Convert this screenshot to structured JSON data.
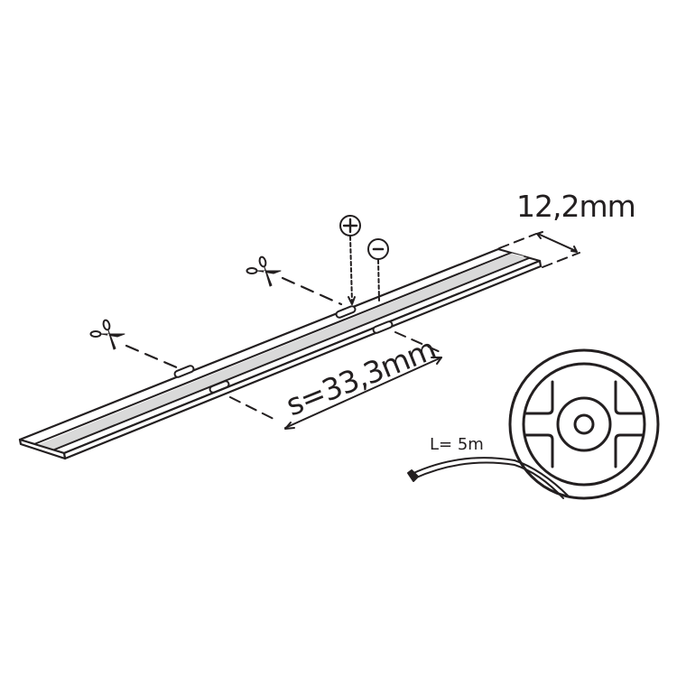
{
  "diagram": {
    "subject": "LED strip with reel",
    "colors": {
      "line": "#231f20",
      "stripe_fill": "#d9d9d9",
      "background": "#ffffff"
    },
    "labels": {
      "width": "12,2mm",
      "spacing": "s=33,3mm",
      "length": "L= 5m",
      "plus_symbol": "+",
      "minus_symbol": "-"
    },
    "icons": [
      "scissors-icon",
      "scissors-icon",
      "plus-terminal-icon",
      "minus-terminal-icon",
      "reel-icon"
    ]
  }
}
